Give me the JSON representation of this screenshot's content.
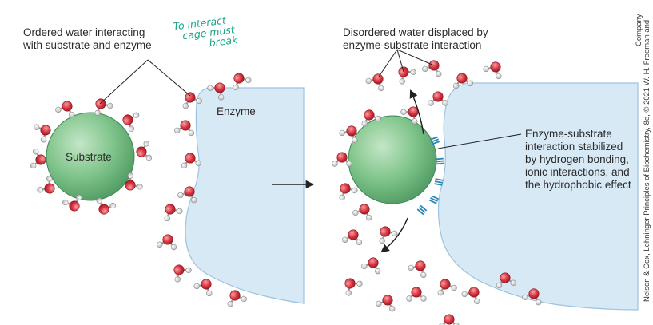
{
  "labels": {
    "ordered_water": [
      "Ordered water interacting",
      "with substrate and enzyme"
    ],
    "annotation": [
      "To interact",
      "cage must",
      "break"
    ],
    "substrate": "Substrate",
    "enzyme": "Enzyme",
    "disordered_water": [
      "Disordered water displaced by",
      "enzyme-substrate interaction"
    ],
    "interaction": [
      "Enzyme-substrate",
      "interaction stabilized",
      "by hydrogen bonding,",
      "ionic interactions, and",
      "the hydrophobic effect"
    ],
    "credit": [
      "Nelson & Cox, Lehninger Principles of Biochemistry, 8e, © 2021 W. H. Freeman and",
      "Company"
    ]
  },
  "colors": {
    "substrate_fill": "#7fc48a",
    "substrate_edge": "#3d8a55",
    "enzyme_fill": "#d8e9f6",
    "enzyme_edge": "#9cc3e2",
    "oxygen": "#d9323f",
    "hydrogen": "#e3e3e3",
    "bond_marks": "#2c87b5",
    "annotation": "#1aa58a"
  }
}
